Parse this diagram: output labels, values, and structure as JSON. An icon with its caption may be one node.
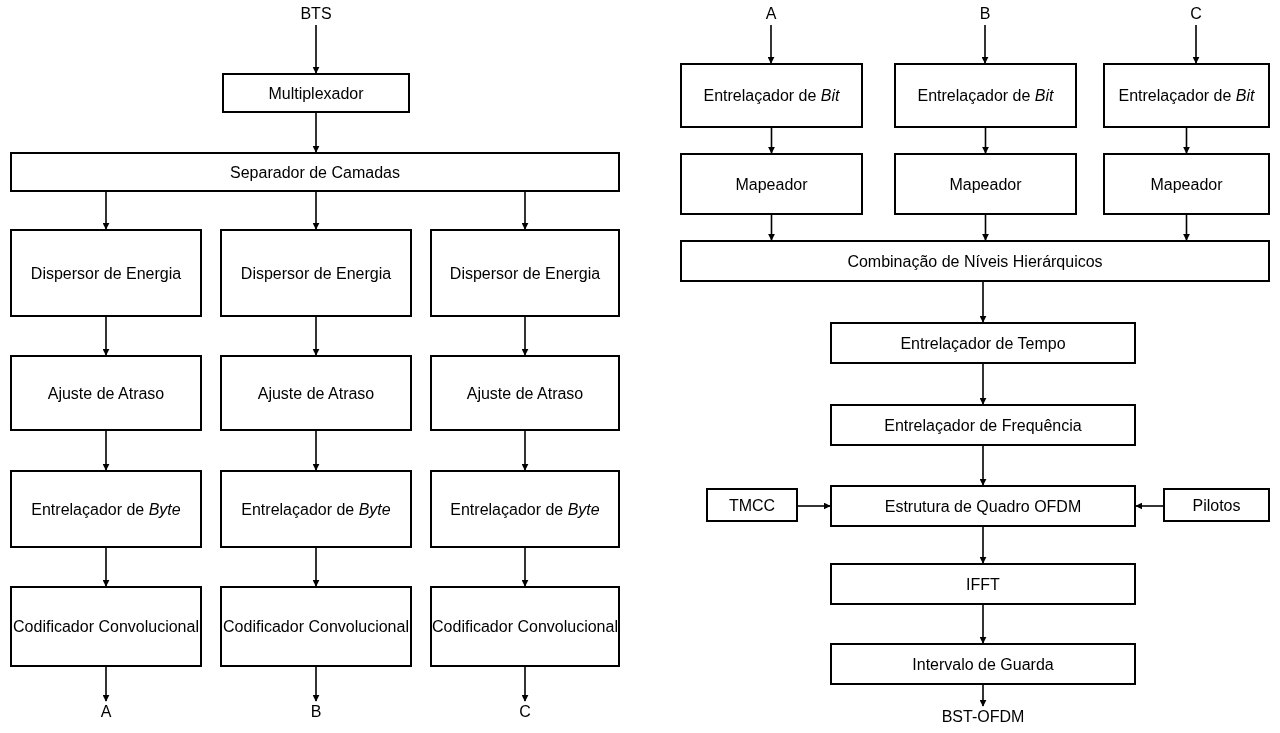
{
  "diagram": {
    "nodes": [
      {
        "text": [
          "BTS"
        ]
      },
      {
        "text": [
          "Multiplexador"
        ]
      },
      {
        "text": [
          "Separador de Camadas"
        ]
      },
      {
        "text": [
          "Dispersor de Energia"
        ]
      },
      {
        "text": [
          "Dispersor de Energia"
        ]
      },
      {
        "text": [
          "Dispersor de Energia"
        ]
      },
      {
        "text": [
          "Ajuste de Atraso"
        ]
      },
      {
        "text": [
          "Ajuste de Atraso"
        ]
      },
      {
        "text": [
          "Ajuste de Atraso"
        ]
      },
      {
        "text": [
          "Entrelaçador de *Byte*"
        ]
      },
      {
        "text": [
          "Entrelaçador de *Byte*"
        ]
      },
      {
        "text": [
          "Entrelaçador de *Byte*"
        ]
      },
      {
        "text": [
          "Codificador Convolucional"
        ]
      },
      {
        "text": [
          "Codificador Convolucional"
        ]
      },
      {
        "text": [
          "Codificador Convolucional"
        ]
      },
      {
        "text": [
          "A"
        ]
      },
      {
        "text": [
          "B"
        ]
      },
      {
        "text": [
          "C"
        ]
      },
      {
        "text": [
          "A"
        ]
      },
      {
        "text": [
          "B"
        ]
      },
      {
        "text": [
          "C"
        ]
      },
      {
        "text": [
          "Entrelaçador de *Bit*"
        ]
      },
      {
        "text": [
          "Entrelaçador de *Bit*"
        ]
      },
      {
        "text": [
          "Entrelaçador de *Bit*"
        ]
      },
      {
        "text": [
          "Mapeador"
        ]
      },
      {
        "text": [
          "Mapeador"
        ]
      },
      {
        "text": [
          "Mapeador"
        ]
      },
      {
        "text": [
          "Combinação de Níveis Hierárquicos"
        ]
      },
      {
        "text": [
          "Entrelaçador de Tempo"
        ]
      },
      {
        "text": [
          "Entrelaçador de Frequência"
        ]
      },
      {
        "text": [
          "TMCC"
        ]
      },
      {
        "text": [
          "Estrutura de Quadro OFDM"
        ]
      },
      {
        "text": [
          "Pilotos"
        ]
      },
      {
        "text": [
          "IFFT"
        ]
      },
      {
        "text": [
          "Intervalo de Guarda"
        ]
      },
      {
        "text": [
          "BST-OFDM"
        ]
      }
    ],
    "edges": [
      {
        "from": 0,
        "to": 1,
        "arrow": "to"
      },
      {
        "from": 1,
        "to": 2,
        "arrow": "to"
      },
      {
        "from": 2,
        "to": 3,
        "arrow": "to"
      },
      {
        "from": 2,
        "to": 4,
        "arrow": "to"
      },
      {
        "from": 2,
        "to": 5,
        "arrow": "to"
      },
      {
        "from": 3,
        "to": 6,
        "arrow": "to"
      },
      {
        "from": 4,
        "to": 7,
        "arrow": "to"
      },
      {
        "from": 5,
        "to": 8,
        "arrow": "to"
      },
      {
        "from": 6,
        "to": 9,
        "arrow": "to"
      },
      {
        "from": 7,
        "to": 10,
        "arrow": "to"
      },
      {
        "from": 8,
        "to": 11,
        "arrow": "to"
      },
      {
        "from": 9,
        "to": 12,
        "arrow": "to"
      },
      {
        "from": 10,
        "to": 13,
        "arrow": "to"
      },
      {
        "from": 11,
        "to": 14,
        "arrow": "to"
      },
      {
        "from": 12,
        "to": 15,
        "arrow": "to"
      },
      {
        "from": 13,
        "to": 16,
        "arrow": "to"
      },
      {
        "from": 14,
        "to": 17,
        "arrow": "to"
      },
      {
        "from": 18,
        "to": 21,
        "arrow": "to"
      },
      {
        "from": 19,
        "to": 22,
        "arrow": "to"
      },
      {
        "from": 20,
        "to": 23,
        "arrow": "to"
      },
      {
        "from": 21,
        "to": 24,
        "arrow": "to"
      },
      {
        "from": 22,
        "to": 25,
        "arrow": "to"
      },
      {
        "from": 23,
        "to": 26,
        "arrow": "to"
      },
      {
        "from": 24,
        "to": 27,
        "arrow": "to"
      },
      {
        "from": 25,
        "to": 27,
        "arrow": "to"
      },
      {
        "from": 26,
        "to": 27,
        "arrow": "to"
      },
      {
        "from": 27,
        "to": 28,
        "arrow": "to"
      },
      {
        "from": 28,
        "to": 29,
        "arrow": "to"
      },
      {
        "from": 29,
        "to": 31,
        "arrow": "to"
      },
      {
        "from": 30,
        "to": 31,
        "arrow": "to"
      },
      {
        "from": 32,
        "to": 31,
        "arrow": "to"
      },
      {
        "from": 31,
        "to": 33,
        "arrow": "to"
      },
      {
        "from": 33,
        "to": 34,
        "arrow": "to"
      },
      {
        "from": 34,
        "to": 35,
        "arrow": "to"
      }
    ]
  }
}
